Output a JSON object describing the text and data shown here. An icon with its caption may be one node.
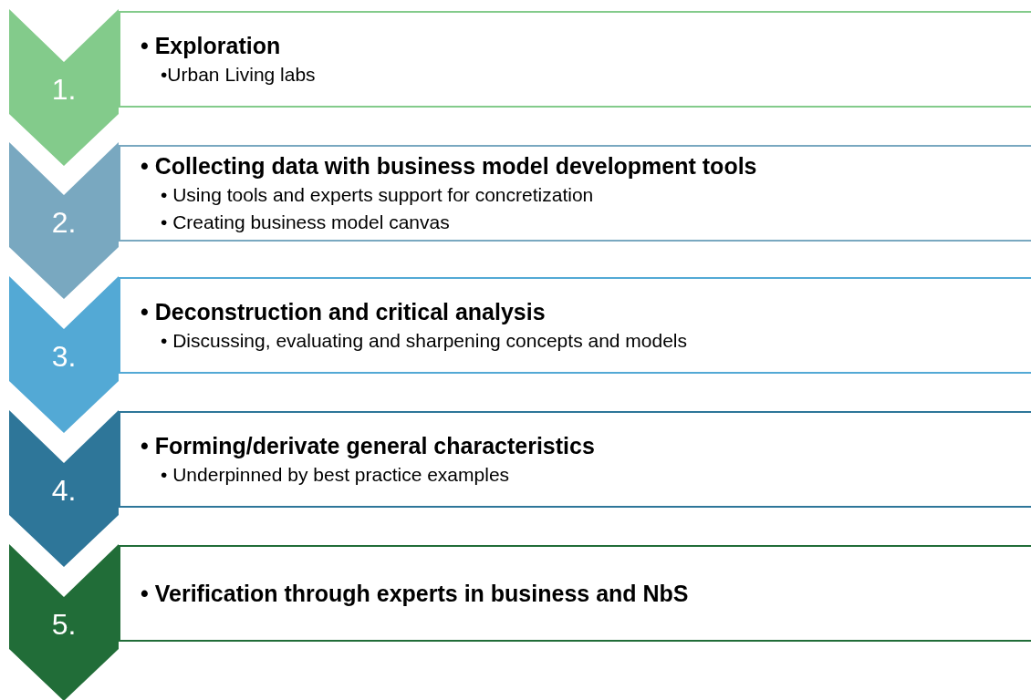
{
  "diagram": {
    "nodes": [
      {
        "text": [
          "1."
        ]
      },
      {
        "text": [
          "• Exploration",
          "•Urban Living labs"
        ]
      },
      {
        "text": [
          "2."
        ]
      },
      {
        "text": [
          "• Collecting data with business model development tools",
          "• Using tools and experts support for concretization",
          "• Creating business model canvas"
        ]
      },
      {
        "text": [
          "3."
        ]
      },
      {
        "text": [
          "• Deconstruction and critical analysis",
          "• Discussing, evaluating and sharpening concepts and models"
        ]
      },
      {
        "text": [
          "4."
        ]
      },
      {
        "text": [
          "• Forming/derivate general characteristics",
          "• Underpinned by best practice examples"
        ]
      },
      {
        "text": [
          "5."
        ]
      },
      {
        "text": [
          "• Verification through experts in business and NbS"
        ]
      }
    ]
  }
}
